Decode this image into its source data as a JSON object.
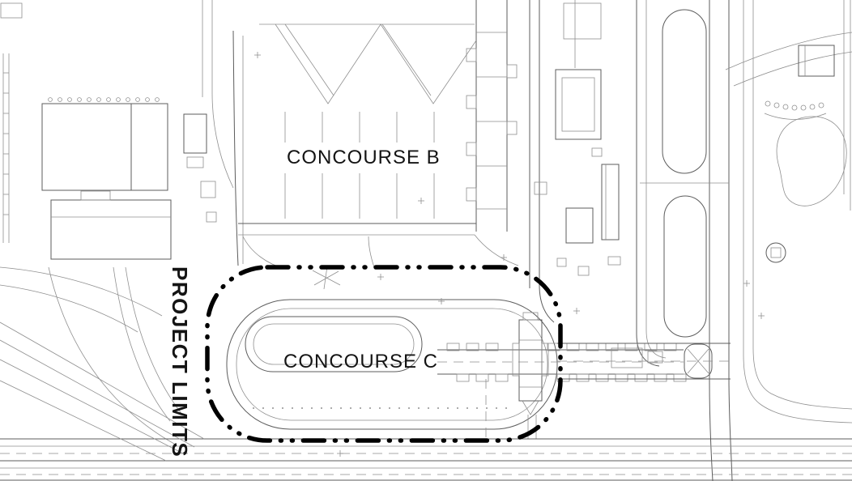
{
  "plan": {
    "labels": {
      "concourse_b": "CONCOURSE B",
      "concourse_c": "CONCOURSE C",
      "project_limits": "PROJECT LIMITS"
    },
    "boundary": {
      "name": "project-limits-boundary",
      "style": "dash-dot-dot",
      "shape": "rounded-rectangle"
    },
    "colors": {
      "background": "#ffffff",
      "linework": "#5c5c5c",
      "linework_light": "#8f8f8f",
      "boundary": "#000000",
      "text": "#141414"
    }
  }
}
